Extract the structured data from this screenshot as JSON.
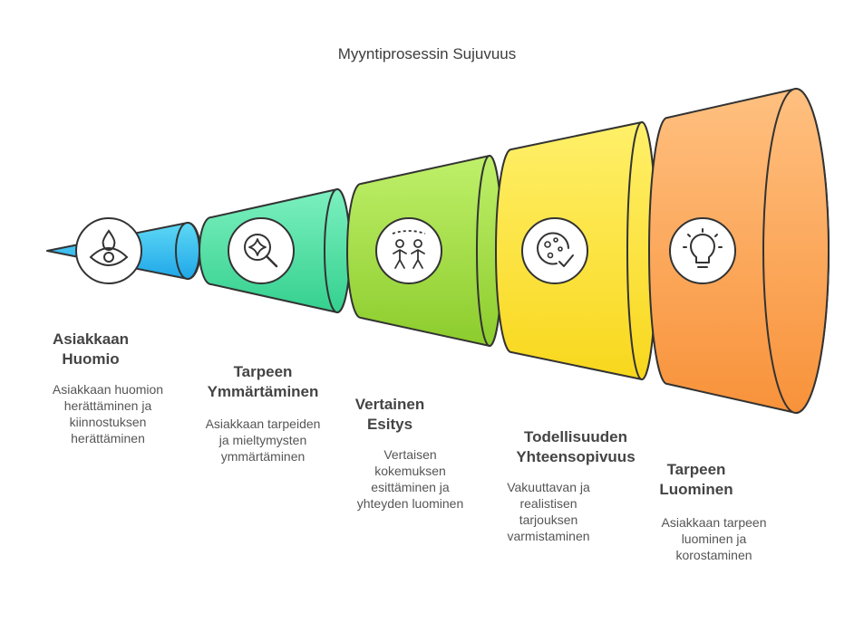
{
  "title": "Myyntiprosessin Sujuvuus",
  "stages": [
    {
      "name": "Asiakkaan\nHuomio",
      "description": "Asiakkaan huomion\nherättäminen ja\nkiinnostuksen\nherättäminen",
      "icon": "eye-drop-icon",
      "color_light": "#5ed8f5",
      "color_dark": "#1fa7e8"
    },
    {
      "name": "Tarpeen\nYmmärtäminen",
      "description": "Asiakkaan tarpeiden\nja mieltymysten\nymmärtäminen",
      "icon": "magnifier-sparkle-icon",
      "color_light": "#7cf0c0",
      "color_dark": "#34d08e"
    },
    {
      "name": "Vertainen\nEsitys",
      "description": "Vertaisen\nkokemuksen\nesittäminen ja\nyhteyden luominen",
      "icon": "peers-icon",
      "color_light": "#bff06a",
      "color_dark": "#8ccc2c"
    },
    {
      "name": "Todellisuuden\nYhteensopivuus",
      "description": "Vakuuttavan ja\nrealistisen\ntarjouksen\nvarmistaminen",
      "icon": "reality-check-icon",
      "color_light": "#fff06a",
      "color_dark": "#f8d71c"
    },
    {
      "name": "Tarpeen\nLuominen",
      "description": "Asiakkaan tarpeen\nluominen ja\nkorostaminen",
      "icon": "lightbulb-icon",
      "color_light": "#ffc080",
      "color_dark": "#f8923a"
    }
  ]
}
